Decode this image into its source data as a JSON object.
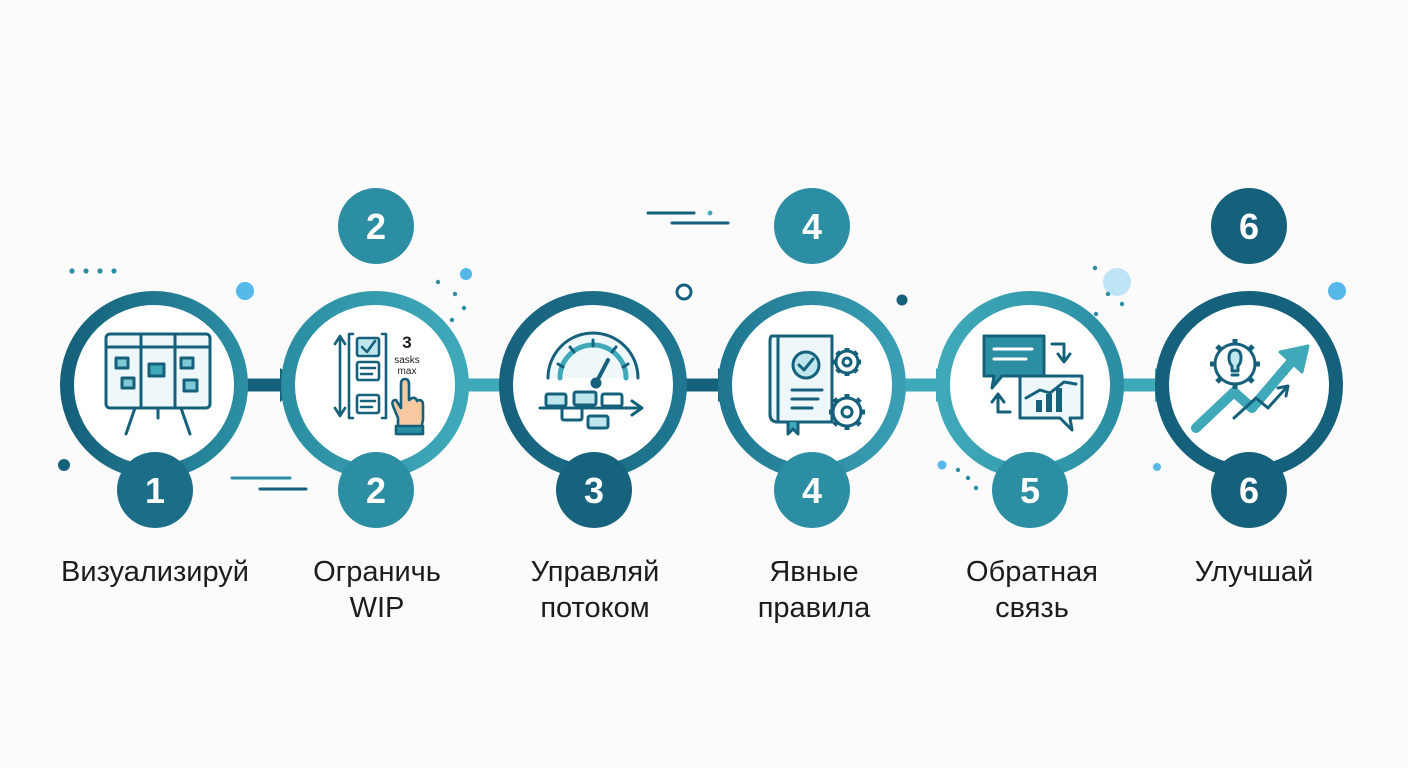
{
  "steps": [
    {
      "number": "1",
      "top_badge": "",
      "title": [
        "Визуализируй"
      ],
      "icon": "kanban-board-icon",
      "color": "#15607a"
    },
    {
      "number": "2",
      "top_badge": "2",
      "title": [
        "Ограничь",
        "WIP"
      ],
      "icon": "wip-limit-checklist-icon",
      "color": "#2b8ea3",
      "icon_text": {
        "num": "3",
        "word1": "sasks",
        "word2": "max"
      }
    },
    {
      "number": "3",
      "top_badge": "",
      "title": [
        "Управляй",
        "потоком"
      ],
      "icon": "flow-gauge-icon",
      "color": "#17627c"
    },
    {
      "number": "4",
      "top_badge": "4",
      "title": [
        "Явные",
        "правила"
      ],
      "icon": "policy-book-gears-icon",
      "color": "#2b8ea3"
    },
    {
      "number": "5",
      "top_badge": "",
      "title": [
        "Обратная",
        "связь"
      ],
      "icon": "feedback-loop-icon",
      "color": "#2b8ea3"
    },
    {
      "number": "6",
      "top_badge": "6",
      "title": [
        "Улучшай"
      ],
      "icon": "improvement-growth-icon",
      "color": "#15607a"
    }
  ],
  "colors": {
    "dark_teal": "#15607a",
    "mid_teal": "#2b8ea3",
    "light_teal": "#3fa9b9",
    "accent_blue": "#56b8e8",
    "icon_fill": "#bfe6ec",
    "text": "#1c1c1c"
  }
}
